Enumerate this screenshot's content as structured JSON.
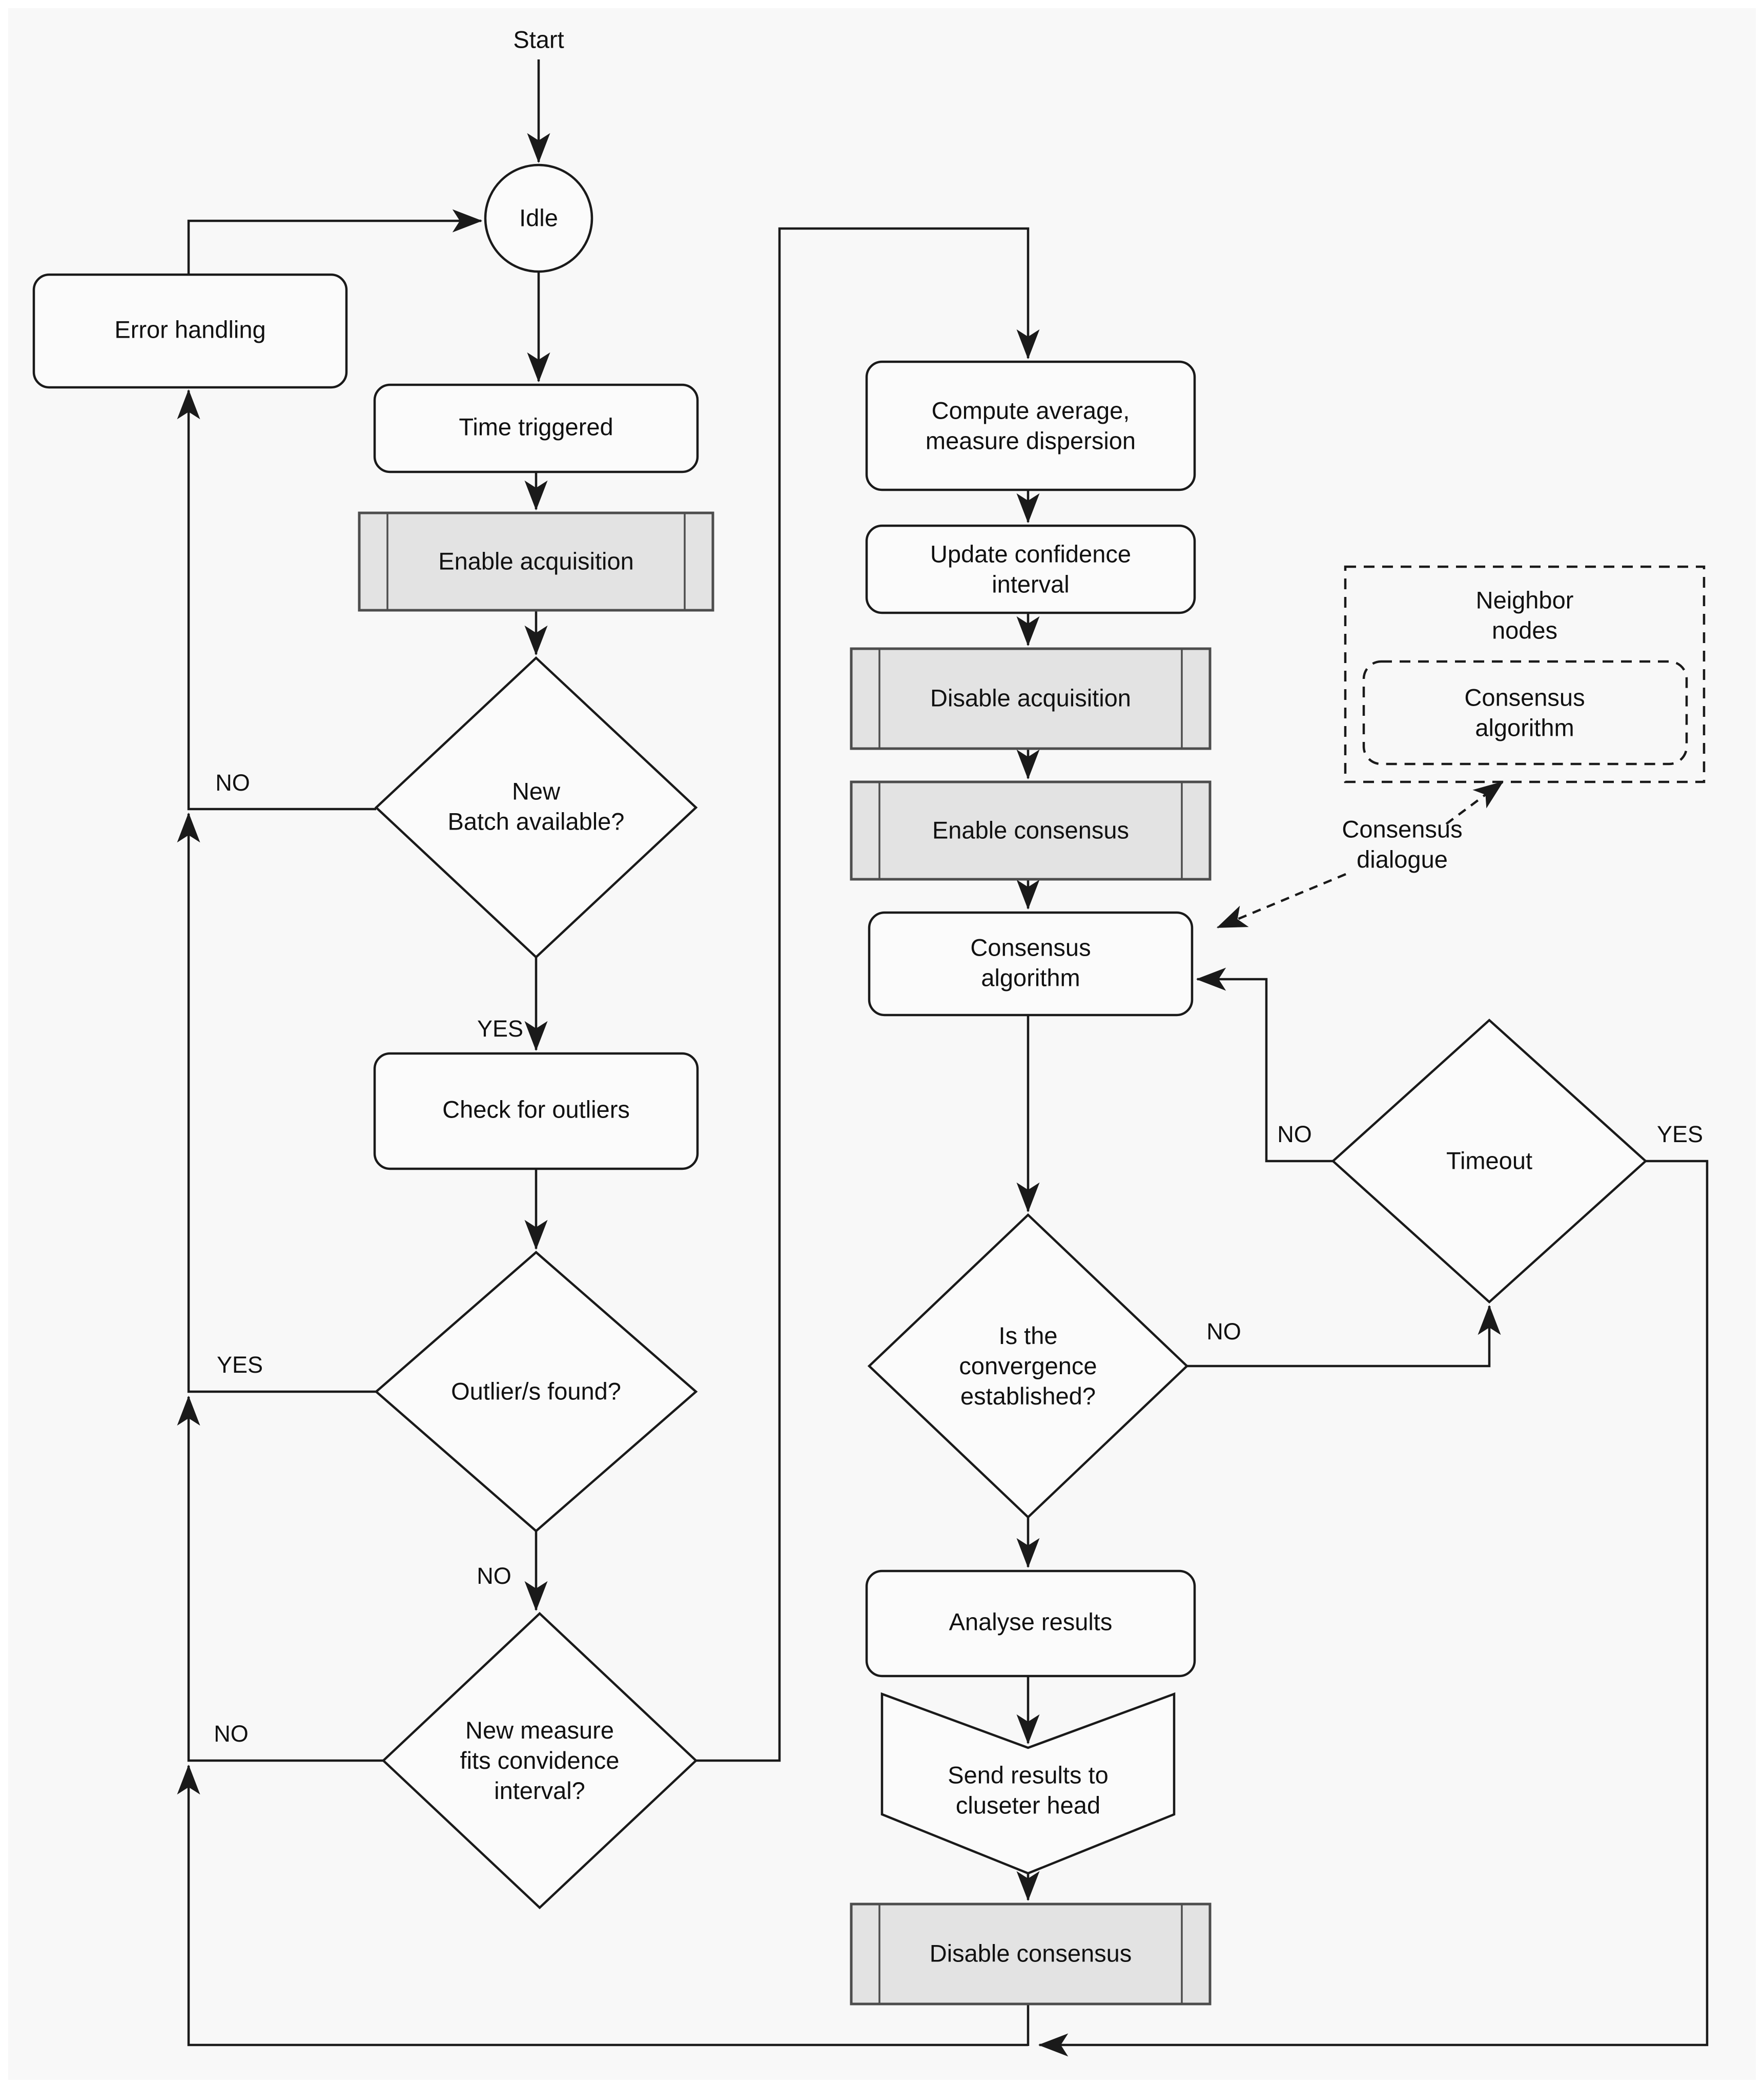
{
  "colors": {
    "background": "#f8f8f8",
    "line": "#1a1a1a",
    "node_fill": "#fbfbfb",
    "subroutine_fill": "#e3e3e3",
    "subroutine_border": "#4d4d4d"
  },
  "nodes": {
    "start": "Start",
    "idle": "Idle",
    "error_handling": "Error handling",
    "time_triggered": "Time triggered",
    "enable_acquisition": "Enable acquisition",
    "new_batch_available": [
      "New",
      "Batch available?"
    ],
    "check_for_outliers": "Check for outliers",
    "outliers_found": "Outlier/s found?",
    "new_measure_fits": [
      "New measure",
      "fits convidence",
      "interval?"
    ],
    "compute_average": [
      "Compute average,",
      "measure dispersion"
    ],
    "update_confidence": [
      "Update confidence",
      "interval"
    ],
    "disable_acquisition": "Disable acquisition",
    "enable_consensus": "Enable consensus",
    "consensus_algorithm": [
      "Consensus",
      "algorithm"
    ],
    "is_convergence_established": [
      "Is the",
      "convergence",
      "established?"
    ],
    "timeout": "Timeout",
    "analyse_results": "Analyse results",
    "send_results": [
      "Send results to",
      "cluseter head"
    ],
    "disable_consensus": "Disable consensus",
    "neighbor_nodes": [
      "Neighbor",
      "nodes"
    ],
    "neighbor_consensus_algorithm": [
      "Consensus",
      "algorithm"
    ],
    "consensus_dialogue": [
      "Consensus",
      "dialogue"
    ]
  },
  "edge_labels": {
    "new_batch_no": "NO",
    "new_batch_yes": "YES",
    "outliers_yes": "YES",
    "outliers_no": "NO",
    "new_measure_no": "NO",
    "convergence_no": "NO",
    "timeout_no": "NO",
    "timeout_yes": "YES"
  }
}
